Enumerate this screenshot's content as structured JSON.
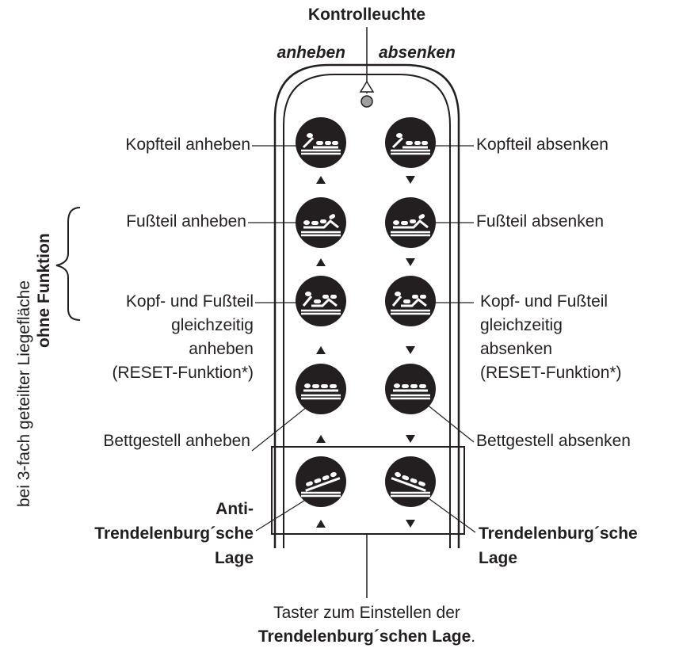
{
  "header": {
    "indicator_label": "Kontrolleuchte",
    "raise_label": "anheben",
    "lower_label": "absenken"
  },
  "side_note": {
    "line1": "bei 3-fach geteilter Liegefläche",
    "line2": "ohne Funktion"
  },
  "left_labels": {
    "head_raise": "Kopfteil anheben",
    "foot_raise": "Fußteil anheben",
    "both_raise_1": "Kopf- und Fußteil",
    "both_raise_2": "gleichzeitig",
    "both_raise_3": "anheben",
    "both_raise_4": "(RESET-Funktion*)",
    "frame_raise": "Bettgestell anheben",
    "anti_trend_1": "Anti-",
    "anti_trend_2": "Trendelenburg´sche",
    "anti_trend_3": "Lage"
  },
  "right_labels": {
    "head_lower": "Kopfteil absenken",
    "foot_lower": "Fußteil absenken",
    "both_lower_1": "Kopf- und Fußteil",
    "both_lower_2": "gleichzeitig",
    "both_lower_3": "absenken",
    "both_lower_4": "(RESET-Funktion*)",
    "frame_lower": "Bettgestell absenken",
    "trend_1": "Trendelenburg´sche",
    "trend_2": "Lage"
  },
  "footer": {
    "line1": "Taster zum Einstellen der",
    "line2_bold": "Trendelenburg´schen Lage",
    "line2_end": "."
  },
  "icons": {
    "color_button": "#231f20",
    "color_icon": "#ffffff",
    "color_led": "#9e9e9e"
  }
}
